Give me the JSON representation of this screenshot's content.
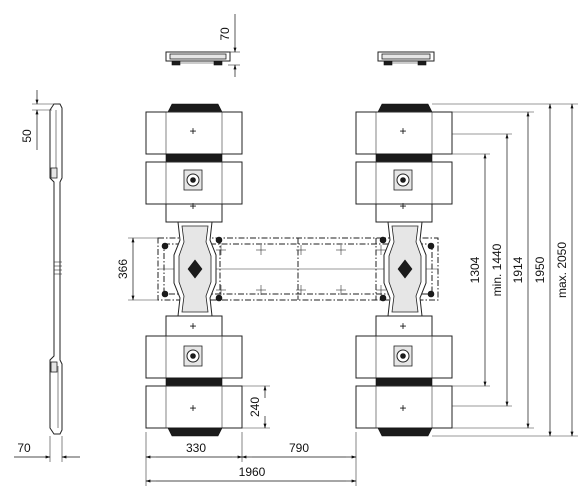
{
  "dimensions": {
    "top_height": "70",
    "side_top": "50",
    "side_width": "70",
    "beam_height": "366",
    "pad_height": "240",
    "pad_width": "330",
    "gap": "790",
    "overall_width": "1960",
    "span_1304": "1304",
    "span_min": "min. 1440",
    "span_1914": "1914",
    "span_1950": "1950",
    "span_max": "max. 2050"
  }
}
